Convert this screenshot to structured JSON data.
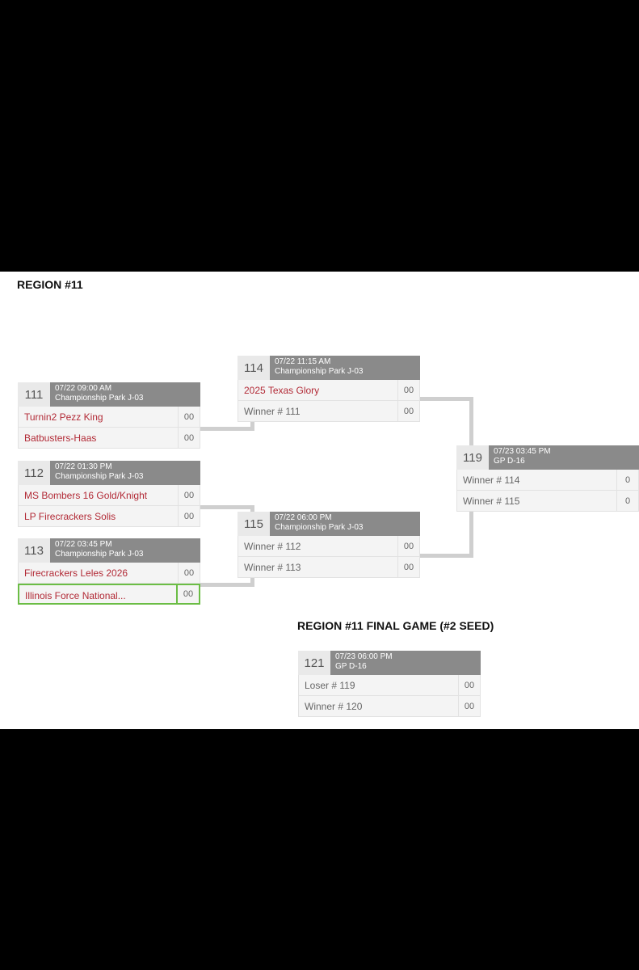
{
  "region_title": "REGION #11",
  "final_title": "REGION #11 FINAL GAME (#2 SEED)",
  "games": {
    "g111": {
      "num": "111",
      "date": "07/22 09:00 AM",
      "venue": "Championship Park J-03",
      "team1": "Turnin2 Pezz King",
      "score1": "00",
      "team2": "Batbusters-Haas",
      "score2": "00"
    },
    "g112": {
      "num": "112",
      "date": "07/22 01:30 PM",
      "venue": "Championship Park J-03",
      "team1": "MS Bombers 16 Gold/Knight",
      "score1": "00",
      "team2": "LP Firecrackers Solis",
      "score2": "00"
    },
    "g113": {
      "num": "113",
      "date": "07/22 03:45 PM",
      "venue": "Championship Park J-03",
      "team1": "Firecrackers Leles 2026",
      "score1": "00",
      "team2": "Illinois Force National...",
      "score2": "00"
    },
    "g114": {
      "num": "114",
      "date": "07/22 11:15 AM",
      "venue": "Championship Park J-03",
      "team1": "2025 Texas Glory",
      "score1": "00",
      "team2": "Winner # 111",
      "score2": "00"
    },
    "g115": {
      "num": "115",
      "date": "07/22 06:00 PM",
      "venue": "Championship Park J-03",
      "team1": "Winner # 112",
      "score1": "00",
      "team2": "Winner # 113",
      "score2": "00"
    },
    "g119": {
      "num": "119",
      "date": "07/23 03:45 PM",
      "venue": "GP D-16",
      "team1": "Winner # 114",
      "score1": "0",
      "team2": "Winner # 115",
      "score2": "0"
    },
    "g121": {
      "num": "121",
      "date": "07/23 06:00 PM",
      "venue": "GP D-16",
      "team1": "Loser # 119",
      "score1": "00",
      "team2": "Winner # 120",
      "score2": "00"
    }
  }
}
